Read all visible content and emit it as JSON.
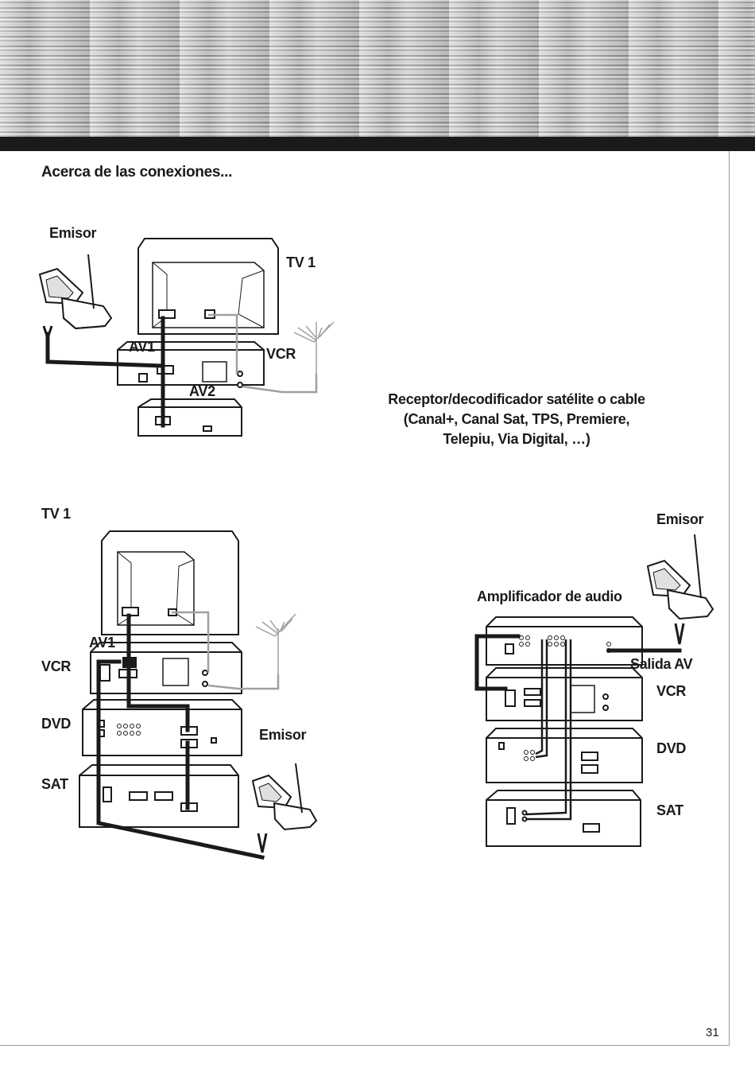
{
  "page": {
    "section_title": "Acerca de las conexiones...",
    "page_number": "31"
  },
  "diagram1": {
    "emisor": "Emisor",
    "tv": "TV 1",
    "av1": "AV1",
    "vcr": "VCR",
    "av2": "AV2"
  },
  "caption": {
    "line1": "Receptor/decodificador satélite o cable",
    "line2": "(Canal+, Canal Sat, TPS, Premiere,",
    "line3": "Telepiu, Via Digital, …)"
  },
  "diagram2": {
    "tv": "TV 1",
    "av1": "AV1",
    "vcr": "VCR",
    "dvd": "DVD",
    "sat": "SAT",
    "emisor": "Emisor"
  },
  "diagram3": {
    "emisor": "Emisor",
    "amplifier": "Amplificador de audio",
    "salida_av": "Salida AV",
    "vcr": "VCR",
    "dvd": "DVD",
    "sat": "SAT"
  },
  "colors": {
    "ink": "#1a1a1a",
    "header_bar": "#1a1a1a",
    "rule": "#9a9a9a",
    "grey_cable": "#a0a0a0"
  },
  "icons": [
    "transmitter-icon",
    "antenna-icon",
    "tv-set-icon",
    "vcr-unit-icon",
    "dvd-unit-icon",
    "satellite-receiver-icon",
    "audio-amplifier-icon"
  ]
}
